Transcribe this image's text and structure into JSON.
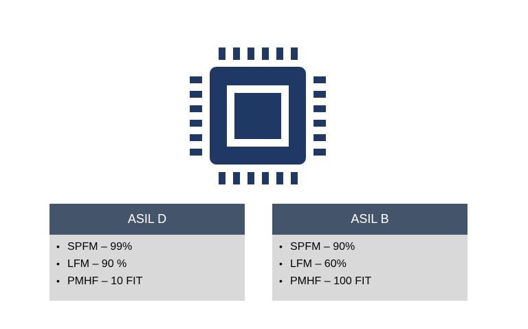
{
  "colors": {
    "chip": "#1f3864",
    "chip_inner_frame": "#ffffff",
    "card_header": "#44546a",
    "card_header_text": "#ffffff",
    "card_body": "#d9d9d9",
    "card_body_text": "#000000",
    "background": "#ffffff"
  },
  "icon": "microchip-icon",
  "cards": [
    {
      "title": "ASIL D",
      "items": [
        "SPFM – 99%",
        "LFM – 90 %",
        "PMHF – 10 FIT"
      ]
    },
    {
      "title": "ASIL B",
      "items": [
        "SPFM – 90%",
        "LFM – 60%",
        "PMHF – 100 FIT"
      ]
    }
  ]
}
